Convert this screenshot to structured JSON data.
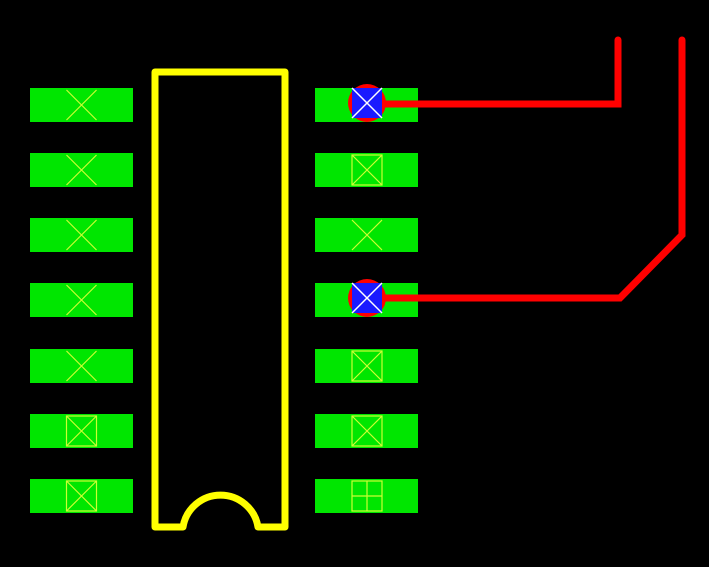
{
  "colors": {
    "background": "#000000",
    "pad": "#00e600",
    "pad_marker": "#ccff33",
    "outline": "#ffff00",
    "trace": "#ff0000",
    "via_fill": "#1a1aff",
    "via_ring": "#ff0000",
    "via_mark": "#ffffff"
  },
  "component": {
    "outline": "dip14-body",
    "left_pins": [
      {
        "pin": 1,
        "marker": "x"
      },
      {
        "pin": 2,
        "marker": "x"
      },
      {
        "pin": 3,
        "marker": "x"
      },
      {
        "pin": 4,
        "marker": "x"
      },
      {
        "pin": 5,
        "marker": "x"
      },
      {
        "pin": 6,
        "marker": "box-x"
      },
      {
        "pin": 7,
        "marker": "box-x"
      }
    ],
    "right_pins": [
      {
        "pin": 14,
        "marker": "via"
      },
      {
        "pin": 13,
        "marker": "box-x"
      },
      {
        "pin": 12,
        "marker": "x"
      },
      {
        "pin": 11,
        "marker": "via"
      },
      {
        "pin": 10,
        "marker": "box-x"
      },
      {
        "pin": 9,
        "marker": "box-x"
      },
      {
        "pin": 8,
        "marker": "box-plus"
      }
    ]
  },
  "traces": [
    {
      "from_pin": 14,
      "to": "top-edge"
    },
    {
      "from_pin": 11,
      "to": "top-edge"
    }
  ]
}
